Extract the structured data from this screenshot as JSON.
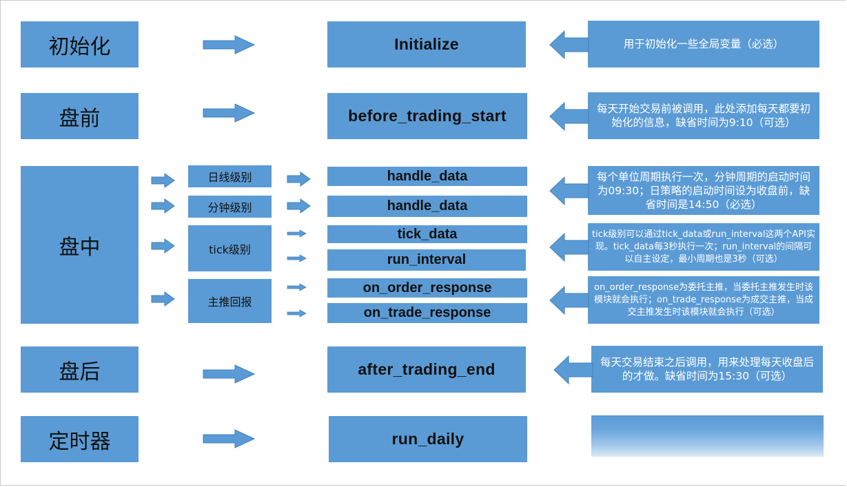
{
  "stages": {
    "init": "初始化",
    "pre": "盘前",
    "intraday": "盘中",
    "post": "盘后",
    "timer": "定时器"
  },
  "sub_levels": {
    "daily": "日线级别",
    "minute": "分钟级别",
    "tick": "tick级别",
    "push": "主推回报"
  },
  "functions": {
    "initialize": "Initialize",
    "before_trading_start": "before_trading_start",
    "handle_data_daily": "handle_data",
    "handle_data_minute": "handle_data",
    "tick_data": "tick_data",
    "run_interval": "run_interval",
    "on_order_response": "on_order_response",
    "on_trade_response": "on_trade_response",
    "after_trading_end": "after_trading_end",
    "run_daily": "run_daily"
  },
  "descriptions": {
    "init": "用于初始化一些全局变量（必选）",
    "pre": "每天开始交易前被调用，此处添加每天都要初始化的信息，缺省时间为9:10（可选）",
    "handle": "每个单位周期执行一次，分钟周期的启动时间为09:30；日策略的启动时间设为收盘前，缺省时间是14:50（必选）",
    "tick": "tick级别可以通过tick_data或run_interval这两个API实现。tick_data每3秒执行一次；run_interval的间隔可以自主设定，最小周期也是3秒（可选）",
    "push": "on_order_response为委托主推，当委托主推发生时该模块就会执行；on_trade_response为成交主推，当成交主推发生时该模块就会执行（可选）",
    "post": "每天交易结束之后调用，用来处理每天收盘后的才做。缺省时间为15:30（可选）"
  },
  "colors": {
    "box_fill": "#5b9bd5",
    "box_text": "#111111",
    "desc_text": "#ffffff"
  }
}
